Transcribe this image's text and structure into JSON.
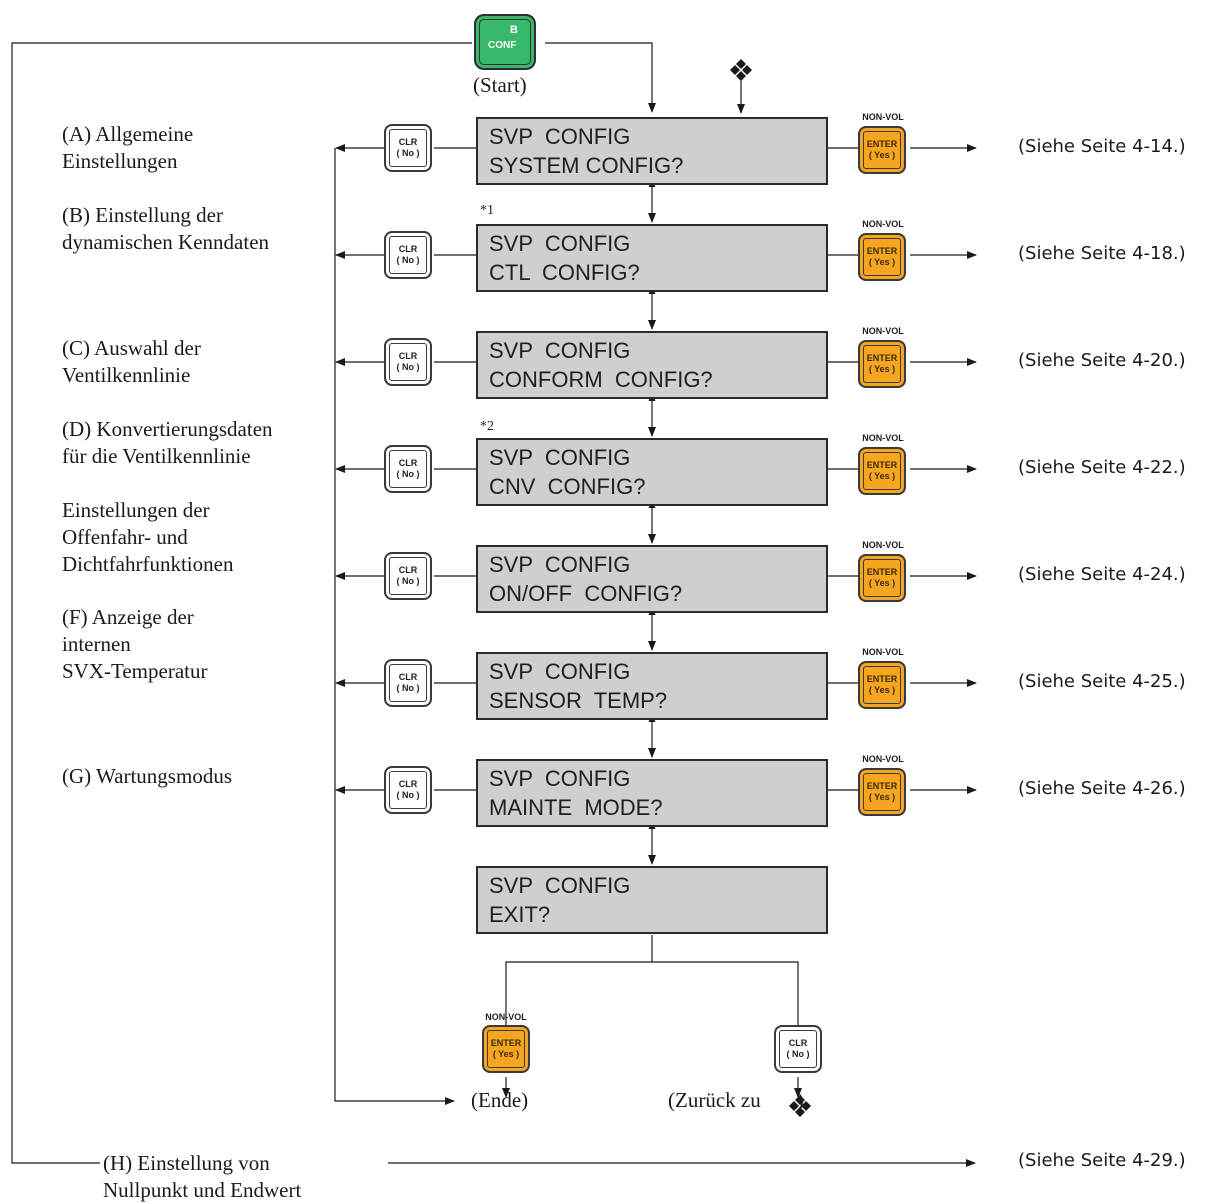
{
  "start_key": {
    "top": "B",
    "main": "CONF"
  },
  "start_label": "(Start)",
  "key_labels": {
    "clr": "CLR",
    "no": "( No )",
    "enter": "ENTER",
    "yes": "( Yes )",
    "nonvol": "NON-VOL"
  },
  "rows": [
    {
      "lcd1": "SVP  CONFIG",
      "lcd2": "SYSTEM CONFIG?",
      "label": [
        "(A) Allgemeine",
        "Einstellungen"
      ],
      "ref": "(Siehe Seite 4-14.)"
    },
    {
      "lcd1": "SVP  CONFIG",
      "lcd2": "CTL  CONFIG?",
      "label": [
        "(B) Einstellung der",
        "dynamischen Kenndaten"
      ],
      "ref": "(Siehe Seite 4-18.)"
    },
    {
      "lcd1": "SVP  CONFIG",
      "lcd2": "CONFORM  CONFIG?",
      "label": [
        "(C) Auswahl der",
        "Ventilkennlinie"
      ],
      "ref": "(Siehe Seite 4-20.)"
    },
    {
      "lcd1": "SVP  CONFIG",
      "lcd2": "CNV  CONFIG?",
      "label": [
        "(D) Konvertierungsdaten",
        "für die Ventilkennlinie"
      ],
      "ref": "(Siehe Seite 4-22.)"
    },
    {
      "lcd1": "SVP  CONFIG",
      "lcd2": "ON/OFF  CONFIG?",
      "label": [
        "Einstellungen der",
        "Offenfahr- und",
        "Dichtfahrfunktionen"
      ],
      "ref": "(Siehe Seite 4-24.)"
    },
    {
      "lcd1": "SVP  CONFIG",
      "lcd2": "SENSOR  TEMP?",
      "label": [
        "(F) Anzeige der",
        "internen",
        "SVX-Temperatur"
      ],
      "ref": "(Siehe Seite 4-25.)"
    },
    {
      "lcd1": "SVP  CONFIG",
      "lcd2": "MAINTE  MODE?",
      "label": [
        "(G) Wartungsmodus"
      ],
      "ref": "(Siehe Seite 4-26.)"
    }
  ],
  "exit_lcd": {
    "lcd1": "SVP  CONFIG",
    "lcd2": "EXIT?"
  },
  "notes": [
    "*1",
    "*2"
  ],
  "end_label": "(Ende)",
  "back_label": "(Zurück zu",
  "back_close": ")",
  "h_label": [
    "(H) Einstellung von",
    "Nullpunkt und Endwert"
  ],
  "h_ref": "(Siehe Seite 4-29.)",
  "colors": {
    "enter": "#f5a51f",
    "conf": "#37b86a",
    "lcd": "#cfcfcf"
  }
}
